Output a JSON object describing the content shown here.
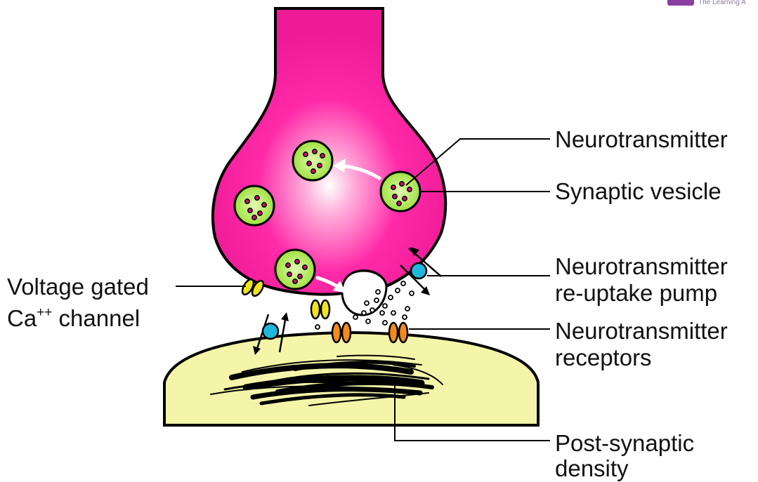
{
  "labels": {
    "neurotransmitter": "Neurotransmitter",
    "synaptic_vesicle": "Synaptic vesicle",
    "reuptake_line1": "Neurotransmitter",
    "reuptake_line2": "re-uptake pump",
    "receptors_line1": "Neurotransmitter",
    "receptors_line2": "receptors",
    "psd_line1": "Post-synaptic",
    "psd_line2": "density",
    "vgcc_line1": "Voltage gated",
    "vgcc_line2_prefix": "Ca",
    "vgcc_line2_sup": "++",
    "vgcc_line2_suffix": " channel"
  },
  "logo": {
    "text": "The Learning A"
  },
  "colors": {
    "presynaptic_terminal": "#ff2aa8",
    "vesicle": "#a5e84a",
    "neurotransmitter_dot": "#c8106e",
    "postsynaptic": "#f4f5a8",
    "ca_channel": "#f2e41c",
    "receptor": "#f28a1a",
    "pump": "#1fb8dc",
    "logo": "#8a3fa0"
  }
}
